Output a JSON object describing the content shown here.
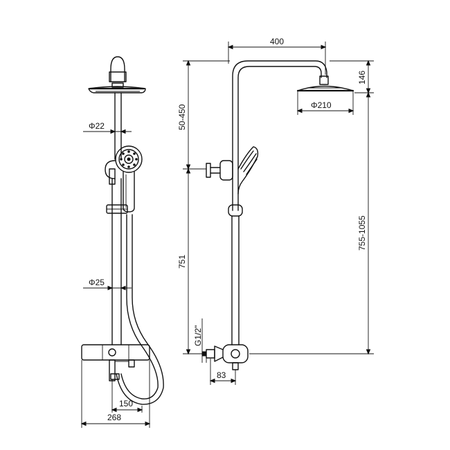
{
  "dimensions": {
    "rain_arm_length": "400",
    "head_height": "146",
    "head_diameter": "Φ210",
    "slide_range": "50-450",
    "riser_diameter": "Φ22",
    "bar_diameter": "Φ25",
    "slider_height": "751",
    "total_height": "755-1055",
    "inlet_thread": "G1/2\"",
    "inlet_depth": "83",
    "center_distance": "150",
    "mixer_width": "268"
  }
}
